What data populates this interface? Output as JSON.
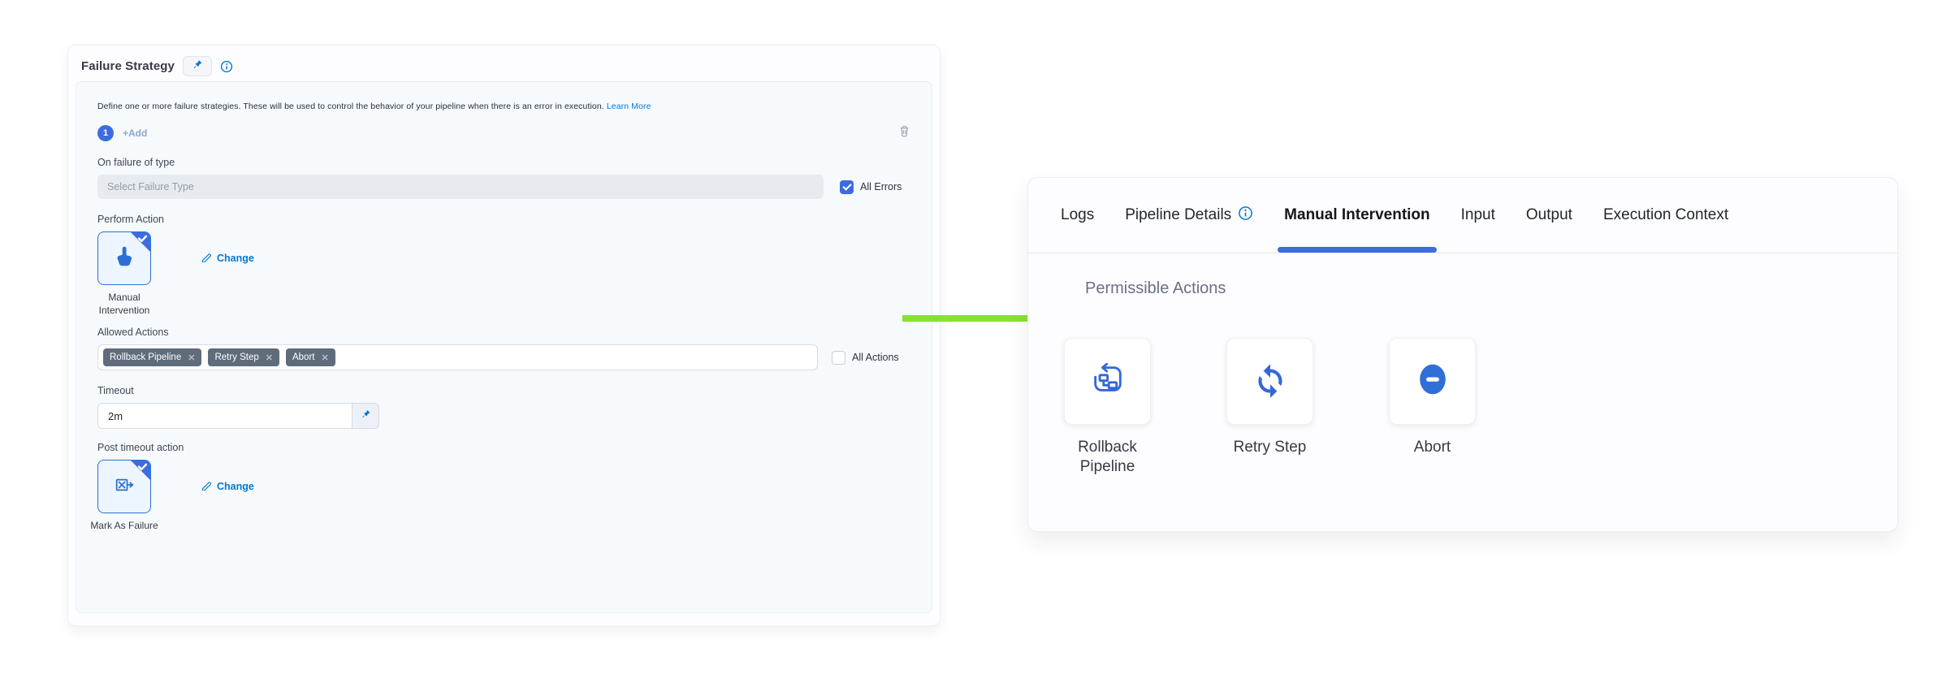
{
  "colors": {
    "primary_blue": "#3D6CE0",
    "link_blue": "#0278D5",
    "icon_blue": "#2B71D6",
    "tag_background": "#5F6C7C",
    "arrow_green": "#86E231",
    "inner_panel_background": "#F7FAFD",
    "disabled_input_background": "#E7EBF0",
    "text_dark": "#383946",
    "heading_muted": "#6C6F87"
  },
  "icons": [
    "pin-icon",
    "info-icon",
    "trash-icon",
    "hand-pointer-icon",
    "mark-as-failure-icon",
    "pencil-icon",
    "remove-icon",
    "rollback-pipeline-icon",
    "retry-icon",
    "abort-icon",
    "selected-check-icon",
    "arrow-right-icon"
  ],
  "left_panel": {
    "title": "Failure Strategy",
    "description": "Define one or more failure strategies. These will be used to control the behavior of your pipeline when there is an error in execution.",
    "learn_more_label": "Learn More",
    "strategy_badge": "1",
    "add_label": "+Add",
    "failure_type": {
      "label": "On failure of type",
      "placeholder": "Select Failure Type",
      "all_errors_label": "All Errors",
      "all_errors_checked": true
    },
    "perform_action": {
      "label": "Perform Action",
      "value": "Manual Intervention",
      "change_label": "Change"
    },
    "allowed_actions": {
      "label": "Allowed Actions",
      "tags": [
        "Rollback Pipeline",
        "Retry Step",
        "Abort"
      ],
      "remove_glyph": "✕",
      "all_actions_label": "All Actions",
      "all_actions_checked": false
    },
    "timeout": {
      "label": "Timeout",
      "value": "2m"
    },
    "post_timeout": {
      "label": "Post timeout action",
      "value": "Mark As Failure",
      "change_label": "Change"
    }
  },
  "right_panel": {
    "tabs": [
      {
        "label": "Logs",
        "active": false
      },
      {
        "label": "Pipeline Details",
        "active": false,
        "has_info_icon": true
      },
      {
        "label": "Manual Intervention",
        "active": true
      },
      {
        "label": "Input",
        "active": false
      },
      {
        "label": "Output",
        "active": false
      },
      {
        "label": "Execution Context",
        "active": false
      }
    ],
    "heading": "Permissible Actions",
    "actions": [
      {
        "label": "Rollback Pipeline",
        "icon": "rollback-pipeline-icon"
      },
      {
        "label": "Retry Step",
        "icon": "retry-icon"
      },
      {
        "label": "Abort",
        "icon": "abort-icon"
      }
    ]
  }
}
